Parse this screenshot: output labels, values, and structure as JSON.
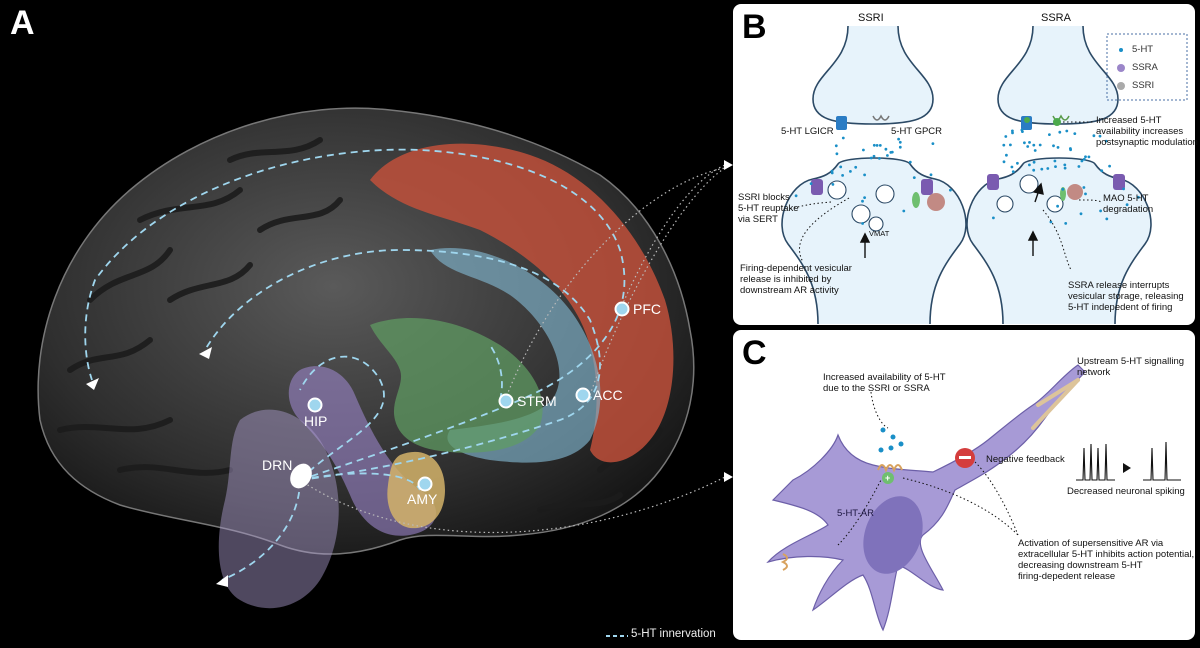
{
  "panel_letters": {
    "a": "A",
    "b": "B",
    "c": "C"
  },
  "panel_a": {
    "regions": {
      "pfc": "PFC",
      "acc": "ACC",
      "strm": "STRM",
      "hip": "HIP",
      "drn": "DRN",
      "amy": "AMY"
    },
    "legend_label": "5-HT innervation",
    "colors": {
      "pfc": "#c4503a",
      "acc": "#6fa9c2",
      "strm": "#5f9c63",
      "hip": "#9b86c9",
      "amy": "#d4b36a",
      "innervation": "#9fd6ee"
    }
  },
  "panel_b": {
    "ssri_title": "SSRI",
    "ssra_title": "SSRA",
    "legend": {
      "ht": "5-HT",
      "ssra": "SSRA",
      "ssri": "SSRI"
    },
    "labels": {
      "lgicr": "5-HT LGICR",
      "gpcr": "5-HT GPCR",
      "ssri_blocks": [
        "SSRI blocks",
        "5-HT reuptake",
        "via SERT"
      ],
      "vmat": "VMAT",
      "firing": [
        "Firing-dependent vesicular",
        "release is inhibited by",
        "downstream AR activity"
      ],
      "increased": [
        "Increased 5-HT",
        "availability increases",
        "postsynaptic modulation"
      ],
      "mao": [
        "MAO 5-HT",
        "degradation"
      ],
      "ssra_release": [
        "SSRA release interrupts",
        "vesicular storage, releasing",
        "5-HT indepedent of firing"
      ]
    }
  },
  "panel_c": {
    "labels": {
      "increased": [
        "Increased availability of 5-HT",
        "due to the SSRI or SSRA"
      ],
      "upstream": [
        "Upstream 5-HT signalling",
        "network"
      ],
      "negative": "Negative feedback",
      "decreased": "Decreased neuronal spiking",
      "ht_ar": "5-HT-AR",
      "activation": [
        "Activation of supersensitive AR via",
        "extracellular 5-HT inhibits action potential,",
        "decreasing downstream 5-HT",
        "firing-depedent release"
      ]
    }
  }
}
